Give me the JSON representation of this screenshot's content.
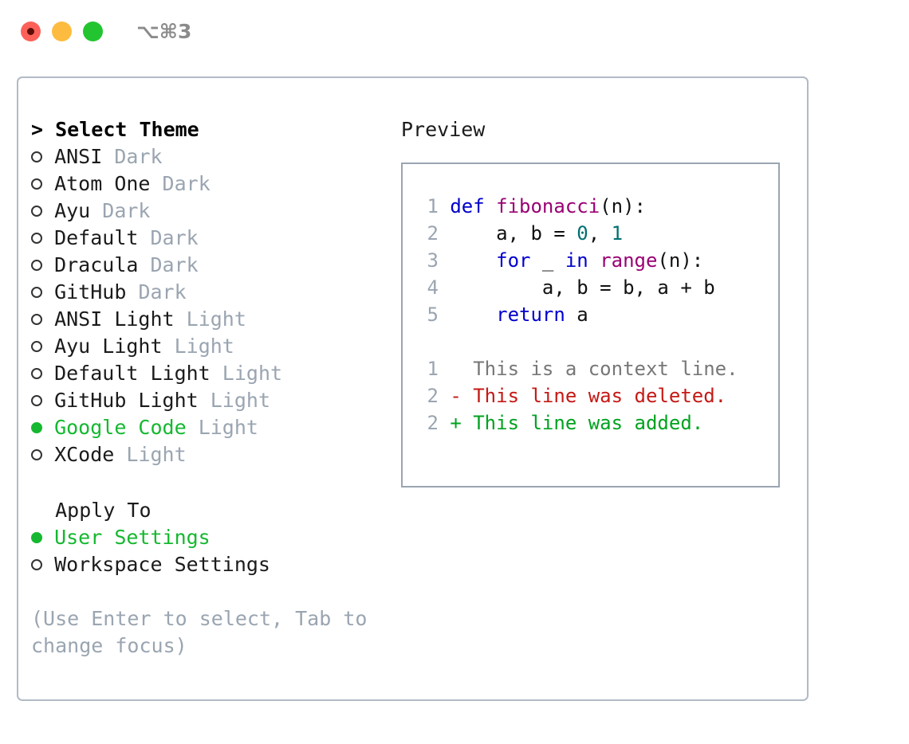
{
  "window": {
    "shortcut": "⌥⌘3",
    "traffic_lights": [
      "close-red",
      "minimize-yellow",
      "zoom-green"
    ]
  },
  "theme_picker": {
    "header_prefix": ">",
    "header": "Select Theme",
    "items": [
      {
        "name": "ANSI",
        "variant": "Dark",
        "selected": false
      },
      {
        "name": "Atom One",
        "variant": "Dark",
        "selected": false
      },
      {
        "name": "Ayu",
        "variant": "Dark",
        "selected": false
      },
      {
        "name": "Default",
        "variant": "Dark",
        "selected": false
      },
      {
        "name": "Dracula",
        "variant": "Dark",
        "selected": false
      },
      {
        "name": "GitHub",
        "variant": "Dark",
        "selected": false
      },
      {
        "name": "ANSI Light",
        "variant": "Light",
        "selected": false
      },
      {
        "name": "Ayu Light",
        "variant": "Light",
        "selected": false
      },
      {
        "name": "Default Light",
        "variant": "Light",
        "selected": false
      },
      {
        "name": "GitHub Light",
        "variant": "Light",
        "selected": false
      },
      {
        "name": "Google Code",
        "variant": "Light",
        "selected": true
      },
      {
        "name": "XCode",
        "variant": "Light",
        "selected": false
      }
    ]
  },
  "apply_to": {
    "header": "Apply To",
    "items": [
      {
        "name": "User Settings",
        "selected": true
      },
      {
        "name": "Workspace Settings",
        "selected": false
      }
    ]
  },
  "hint": {
    "line1": "(Use Enter to select, Tab to",
    "line2": "change focus)"
  },
  "preview": {
    "title": "Preview",
    "code_lines": [
      {
        "no": "1",
        "tokens": [
          {
            "t": "def ",
            "c": "kw"
          },
          {
            "t": "fibonacci",
            "c": "fn"
          },
          {
            "t": "(n):",
            "c": "plain"
          }
        ]
      },
      {
        "no": "2",
        "tokens": [
          {
            "t": "    a, b = ",
            "c": "plain"
          },
          {
            "t": "0",
            "c": "num"
          },
          {
            "t": ", ",
            "c": "plain"
          },
          {
            "t": "1",
            "c": "num"
          }
        ]
      },
      {
        "no": "3",
        "tokens": [
          {
            "t": "    ",
            "c": "plain"
          },
          {
            "t": "for",
            "c": "kw"
          },
          {
            "t": " _ ",
            "c": "plain"
          },
          {
            "t": "in",
            "c": "kw"
          },
          {
            "t": " ",
            "c": "plain"
          },
          {
            "t": "range",
            "c": "fn"
          },
          {
            "t": "(n):",
            "c": "plain"
          }
        ]
      },
      {
        "no": "4",
        "tokens": [
          {
            "t": "        a, b = b, a + b",
            "c": "plain"
          }
        ]
      },
      {
        "no": "5",
        "tokens": [
          {
            "t": "    ",
            "c": "plain"
          },
          {
            "t": "return",
            "c": "kw"
          },
          {
            "t": " a",
            "c": "plain"
          }
        ]
      }
    ],
    "diff_lines": [
      {
        "no": "1",
        "text": "  This is a context line.",
        "cls": "ctx"
      },
      {
        "no": "2",
        "text": "- This line was deleted.",
        "cls": "del"
      },
      {
        "no": "2",
        "text": "+ This line was added.",
        "cls": "add"
      }
    ]
  },
  "colors": {
    "accent_green": "#15b830",
    "dim_gray": "#9aa5b1",
    "keyword_blue": "#0000cc",
    "function_magenta": "#990073",
    "number_teal": "#007070",
    "diff_add": "#00a21f",
    "diff_del": "#c41a16",
    "border": "#b2bac6"
  }
}
